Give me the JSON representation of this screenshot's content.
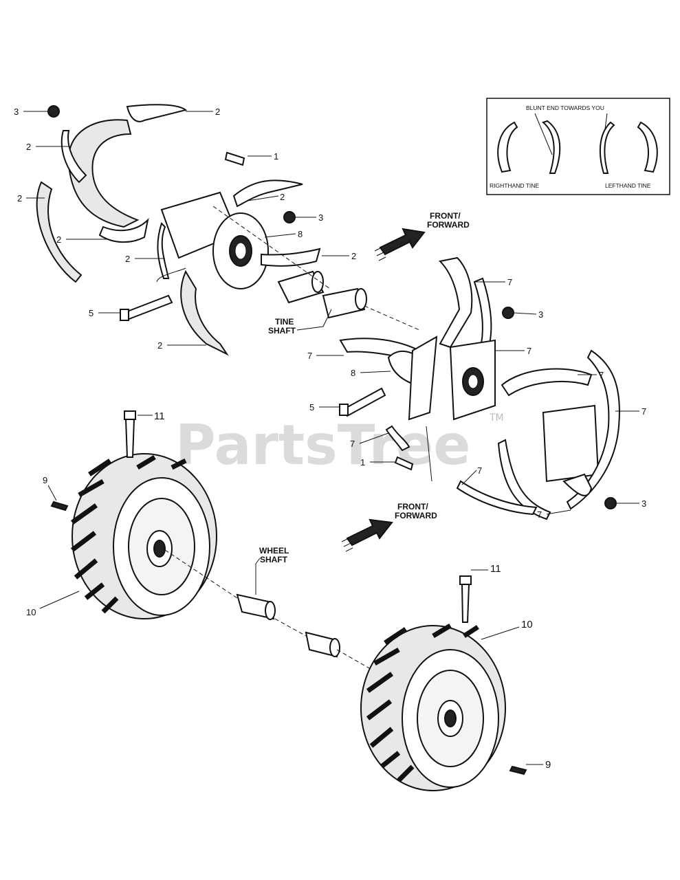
{
  "watermark": {
    "text": "PartsTree",
    "tm": "TM"
  },
  "inset": {
    "caption": "BLUNT END TOWARDS YOU",
    "right_label": "RIGHTHAND TINE",
    "left_label": "LEFTHAND TINE"
  },
  "labels": {
    "front_forward_line1": "FRONT/",
    "front_forward_line2": "FORWARD",
    "tine_shaft_line1": "TINE",
    "tine_shaft_line2": "SHAFT",
    "wheel_shaft_line1": "WHEEL",
    "wheel_shaft_line2": "SHAFT"
  },
  "callouts": {
    "n1": "1",
    "n2": "2",
    "n3": "3",
    "n5": "5",
    "n7": "7",
    "n8": "8",
    "n9": "9",
    "n10": "10",
    "n11": "11"
  }
}
